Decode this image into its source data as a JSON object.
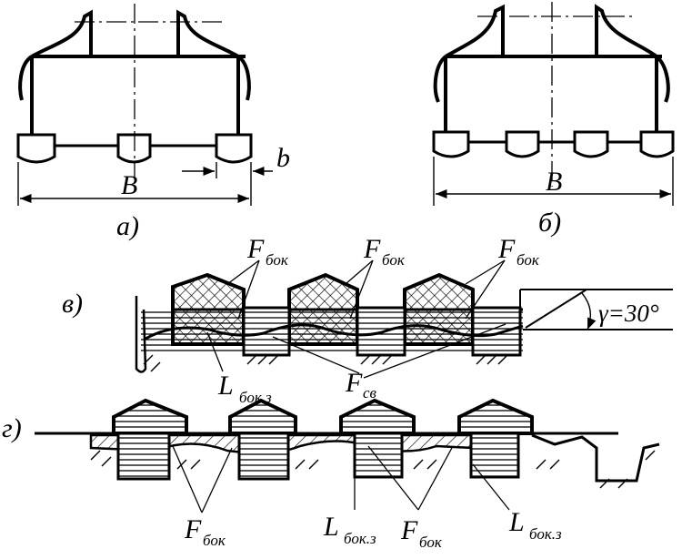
{
  "figure": {
    "panel_a": {
      "caption": "а)",
      "width_label": "B",
      "element_label": "b"
    },
    "panel_b": {
      "caption": "б)",
      "width_label": "B"
    },
    "panel_v": {
      "caption": "в)",
      "f_bok_1": {
        "main": "F",
        "sub": "бок"
      },
      "f_bok_2": {
        "main": "F",
        "sub": "бок"
      },
      "f_bok_3": {
        "main": "F",
        "sub": "бок"
      },
      "l_bok_z": {
        "main": "L",
        "sub": "бок.з"
      },
      "f_sv": {
        "main": "F",
        "sub": "св"
      },
      "angle_label": "γ=30°"
    },
    "panel_g": {
      "caption": "г)",
      "f_bok_left": {
        "main": "F",
        "sub": "бок"
      },
      "f_bok_mid": {
        "main": "F",
        "sub": "бок"
      },
      "l_bok_z_left": {
        "main": "L",
        "sub": "бок.з"
      },
      "l_bok_z_right": {
        "main": "L",
        "sub": "бок.з"
      }
    }
  }
}
